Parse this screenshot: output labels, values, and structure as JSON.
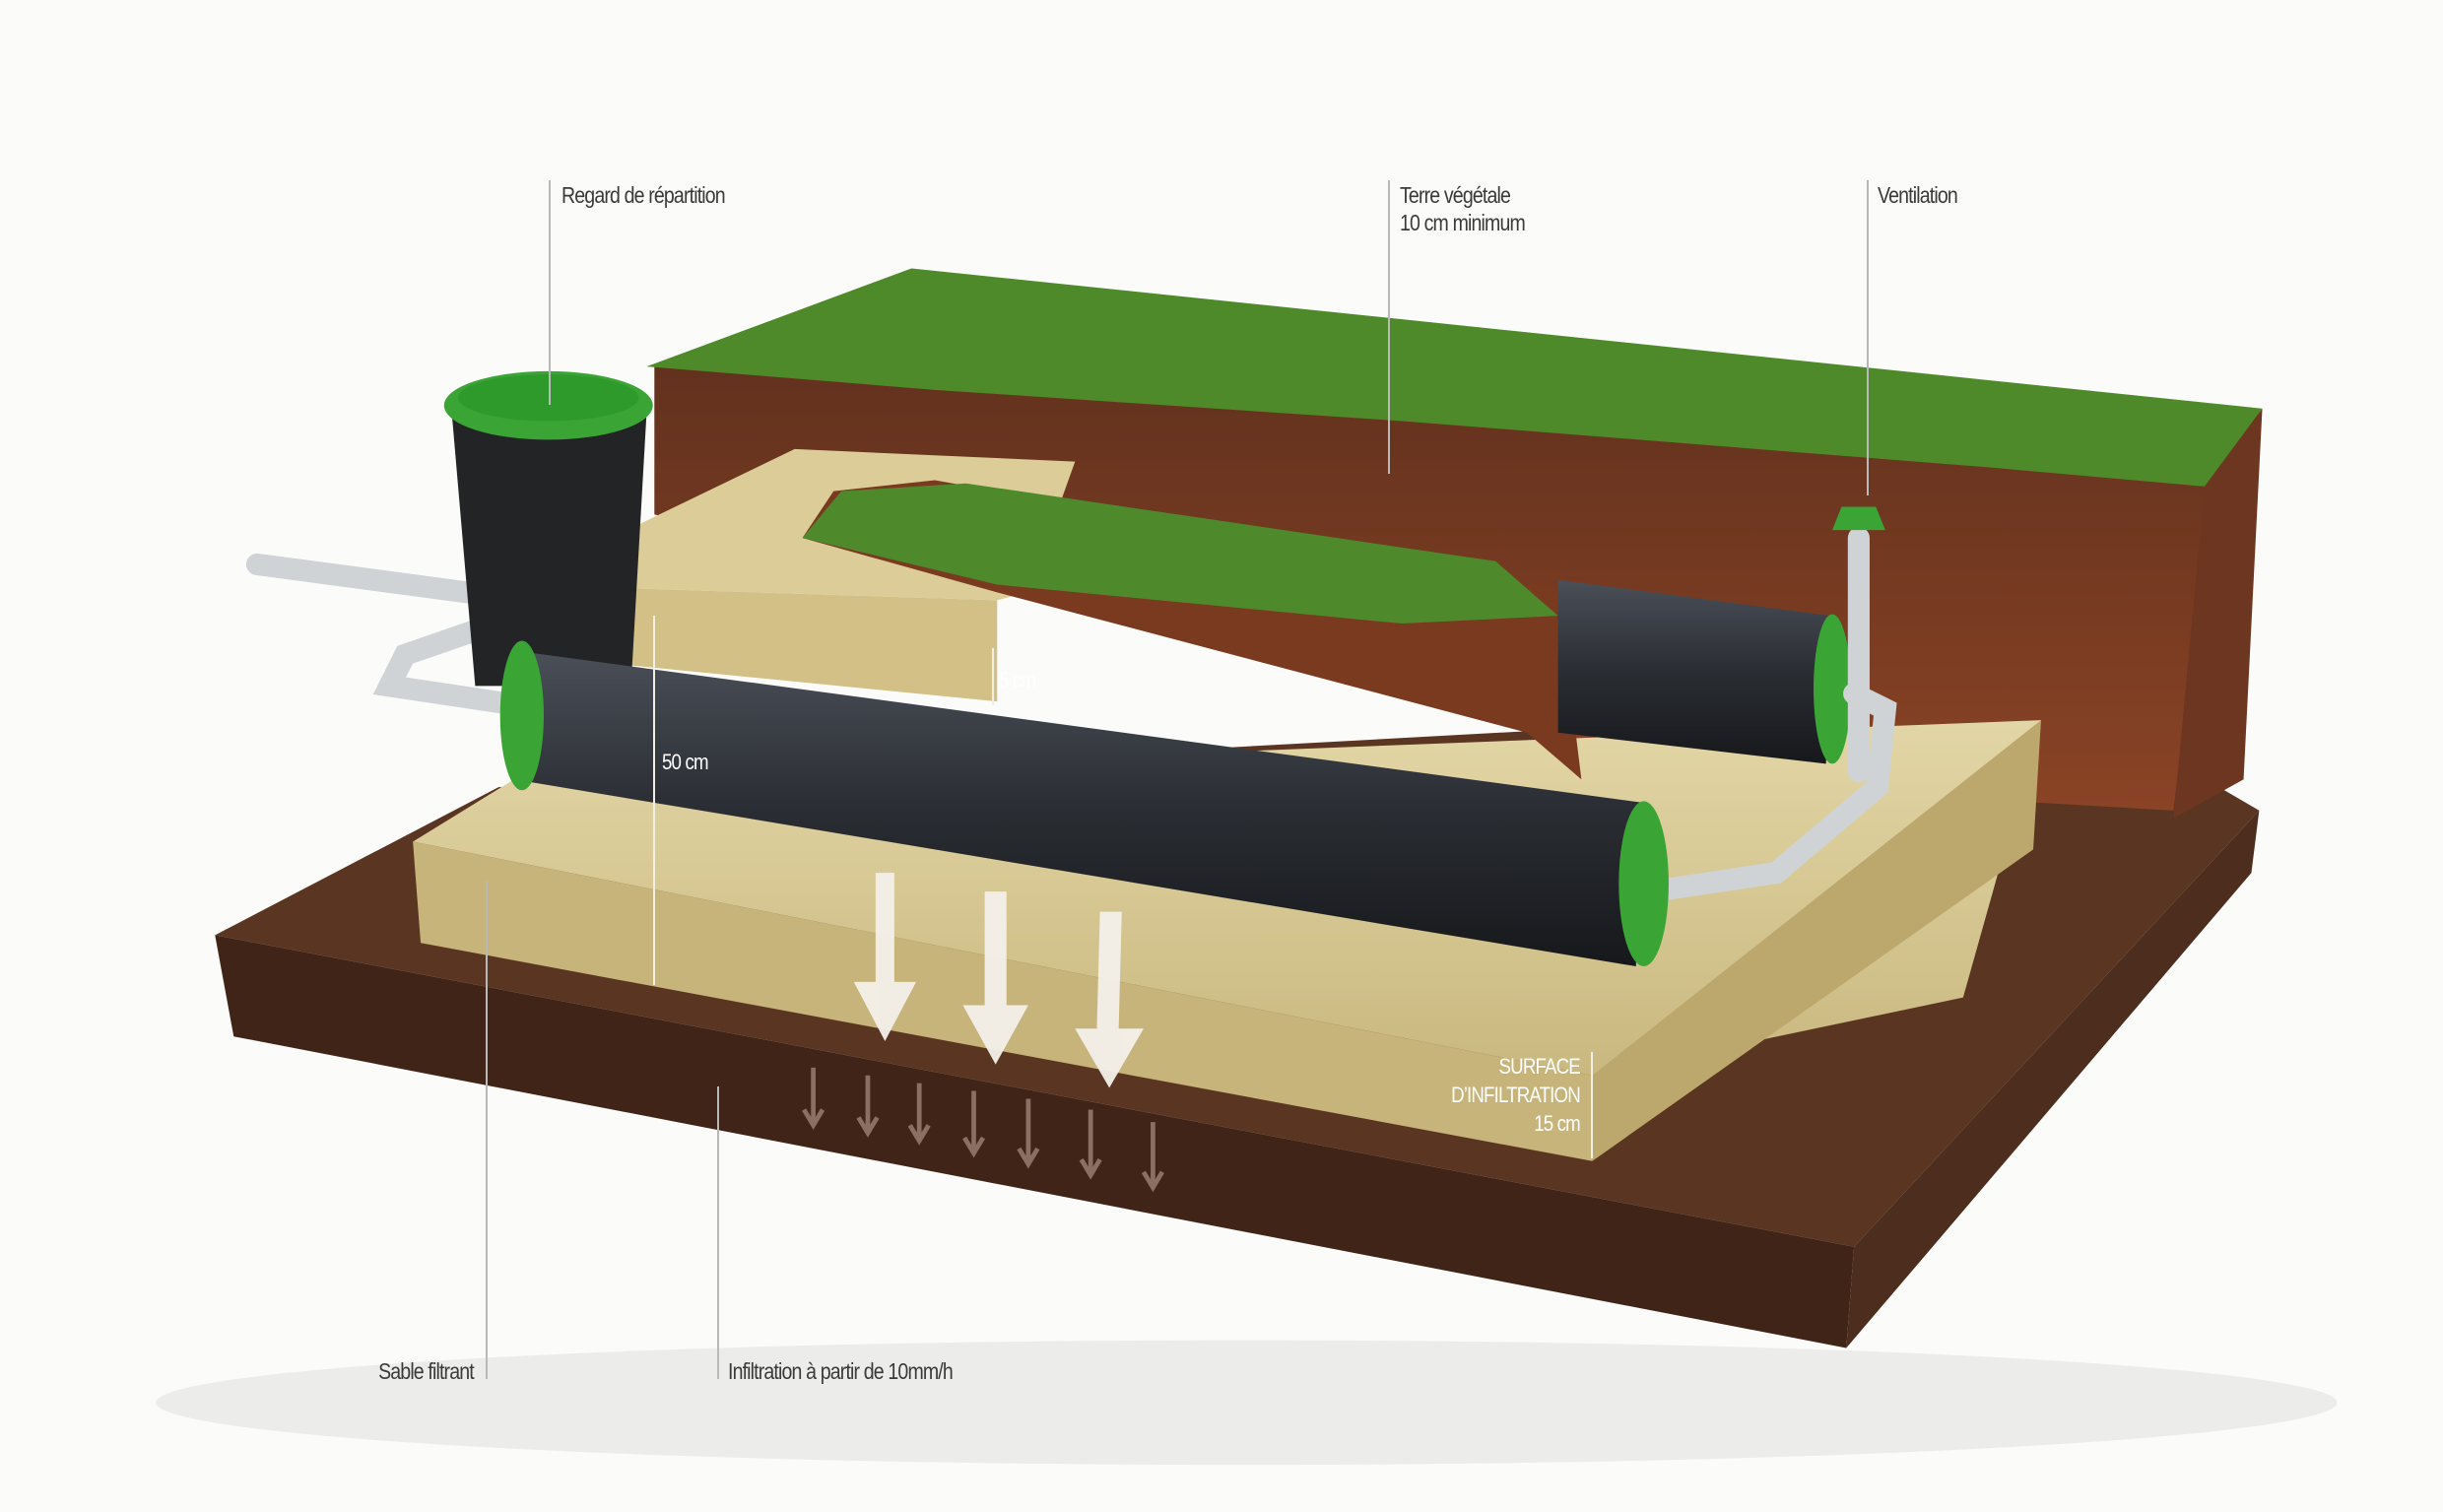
{
  "labels": {
    "regard": "Regard de répartition",
    "terre_line1": "Terre végétale",
    "terre_line2": "10 cm minimum",
    "ventilation": "Ventilation",
    "sable": "Sable filtrant",
    "infiltration": "Infiltration à partir de 10mm/h",
    "dim_5cm": "5 cm",
    "dim_50cm": "50 cm",
    "surface_line1": "SURFACE",
    "surface_line2": "D’INFILTRATION",
    "surface_line3": "15 cm"
  },
  "colors": {
    "grass": "#4f8a2a",
    "topsoil": "#6b3420",
    "base_soil": "#4a2c1c",
    "sand": "#d9c993",
    "tube": "#2b2e33",
    "cap": "#3aa535"
  }
}
